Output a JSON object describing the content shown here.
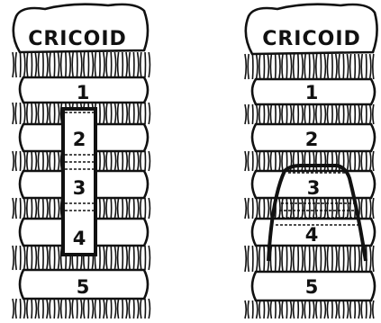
{
  "diagrams": [
    {
      "cricoid_label": "CRICOID",
      "rings": [
        "1",
        "2",
        "3",
        "4",
        "5"
      ]
    },
    {
      "cricoid_label": "CRICOID",
      "rings": [
        "1",
        "2",
        "3",
        "4",
        "5"
      ]
    }
  ]
}
